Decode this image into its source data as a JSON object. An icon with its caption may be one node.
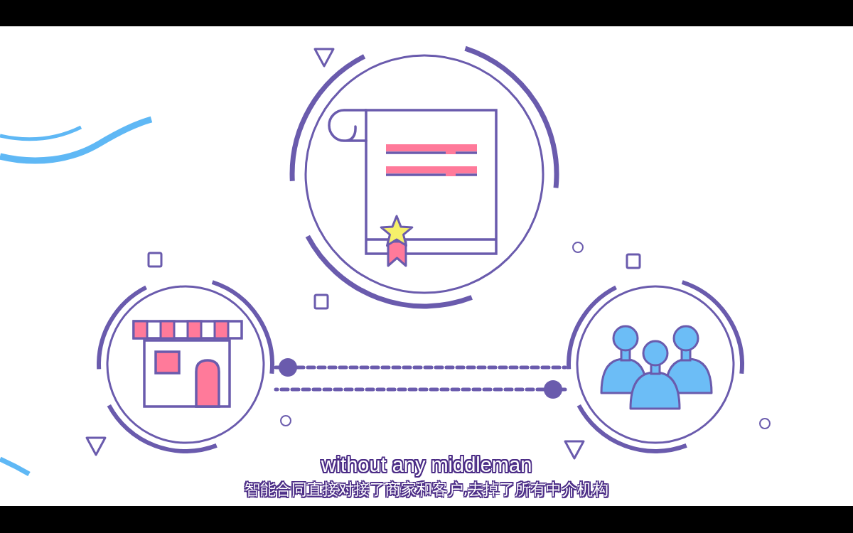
{
  "diagram": {
    "nodes": [
      {
        "text": [],
        "shape": "picture"
      },
      {
        "text": [],
        "shape": "picture"
      },
      {
        "text": [],
        "shape": "picture"
      }
    ],
    "edges": [
      {
        "from": 1,
        "to": 2,
        "arrow": "other",
        "style": "dashed"
      },
      {
        "from": 2,
        "to": 1,
        "arrow": "other",
        "style": "dashed"
      }
    ],
    "labels": [
      "without any middleman",
      "智能合同直接对接了商家和客户,去掉了所有中介机构"
    ]
  }
}
